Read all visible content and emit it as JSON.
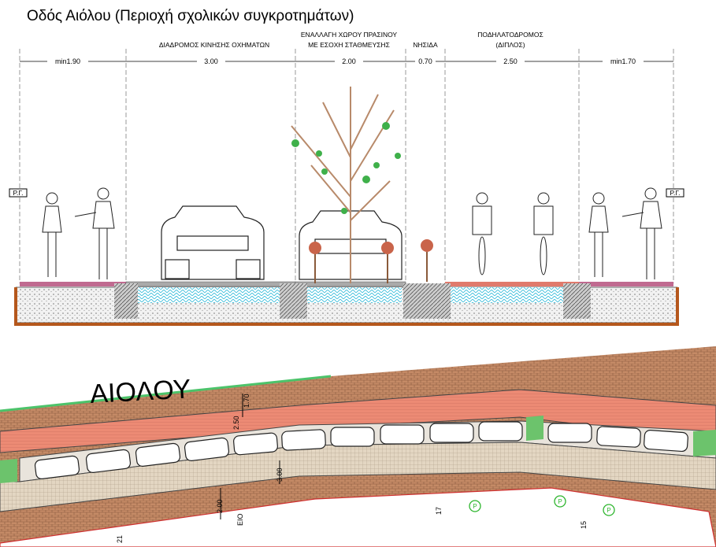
{
  "title": "Οδός Αιόλου (Περιοχή σχολικών συγκροτημάτων)",
  "section": {
    "zones": [
      {
        "label": "",
        "dimension": "min1.90"
      },
      {
        "label": "ΔΙΑΔΡΟΜΟΣ ΚΙΝΗΣΗΣ ΟΧΗΜΑΤΩΝ",
        "dimension": "3.00"
      },
      {
        "label": "ΕΝΑΛΛΑΓΗ ΧΩΡΟΥ ΠΡΑΣΙΝΟΥ",
        "label2": "ΜΕ ΕΣΟΧΗ ΣΤΑΘΜΕΥΣΗΣ",
        "dimension": "2.00"
      },
      {
        "label": "ΝΗΣΙΔΑ",
        "dimension": "0.70"
      },
      {
        "label": "ΠΟΔΗΛΑΤΟΔΡΟΜΟΣ",
        "label2": "(ΔΙΠΛΟΣ)",
        "dimension": "2.50"
      },
      {
        "label": "",
        "dimension": "min1.70"
      }
    ],
    "property_line_marker": "Ρ.Γ."
  },
  "plan": {
    "street_name": "ΑΙΟΛΟΥ",
    "dimensions": [
      "1.70",
      "2.50",
      "3.00",
      "2.00"
    ],
    "lot_numbers": [
      "21",
      "ΕΙΟ",
      "17",
      "15"
    ],
    "parking_symbol": "P"
  },
  "colors": {
    "brick": "#b9795a",
    "bike_lane": "#e8826c",
    "green": "#6cc36c",
    "base": "#b5571c"
  }
}
